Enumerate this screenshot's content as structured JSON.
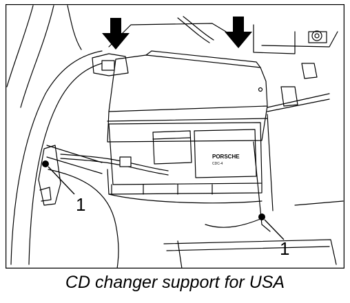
{
  "figure": {
    "callouts": [
      {
        "id": "left-fastener",
        "label": "1"
      },
      {
        "id": "right-fastener",
        "label": "1"
      }
    ],
    "device_brand": "PORSCHE",
    "device_model": "CDC-4"
  },
  "caption": "CD changer support for USA",
  "colors": {
    "line": "#000000",
    "background": "#ffffff"
  }
}
